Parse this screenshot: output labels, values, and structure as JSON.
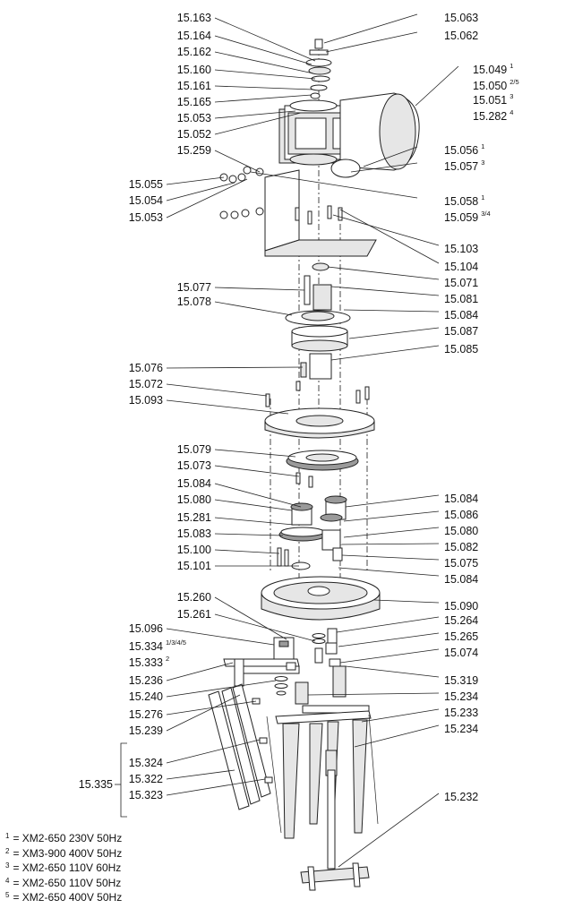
{
  "labels_right": [
    {
      "id": "15.063"
    },
    {
      "id": "15.062"
    },
    {
      "id": "15.049",
      "sup": "1"
    },
    {
      "id": "15.050",
      "sup": "2/5"
    },
    {
      "id": "15.051",
      "sup": "3"
    },
    {
      "id": "15.282",
      "sup": "4"
    },
    {
      "id": "15.056",
      "sup": "1"
    },
    {
      "id": "15.057",
      "sup": "3"
    },
    {
      "id": "15.058",
      "sup": "1"
    },
    {
      "id": "15.059",
      "sup": "3/4"
    },
    {
      "id": "15.103"
    },
    {
      "id": "15.104"
    },
    {
      "id": "15.071"
    },
    {
      "id": "15.081"
    },
    {
      "id": "15.084"
    },
    {
      "id": "15.087"
    },
    {
      "id": "15.085"
    },
    {
      "id": "15.084"
    },
    {
      "id": "15.086"
    },
    {
      "id": "15.080"
    },
    {
      "id": "15.082"
    },
    {
      "id": "15.075"
    },
    {
      "id": "15.084"
    },
    {
      "id": "15.090"
    },
    {
      "id": "15.264"
    },
    {
      "id": "15.265"
    },
    {
      "id": "15.074"
    },
    {
      "id": "15.319"
    },
    {
      "id": "15.234"
    },
    {
      "id": "15.233"
    },
    {
      "id": "15.234"
    },
    {
      "id": "15.232"
    }
  ],
  "labels_left": [
    {
      "id": "15.163"
    },
    {
      "id": "15.164"
    },
    {
      "id": "15.162"
    },
    {
      "id": "15.160"
    },
    {
      "id": "15.161"
    },
    {
      "id": "15.165"
    },
    {
      "id": "15.053"
    },
    {
      "id": "15.052"
    },
    {
      "id": "15.259"
    },
    {
      "id": "15.055"
    },
    {
      "id": "15.054"
    },
    {
      "id": "15.053"
    },
    {
      "id": "15.077"
    },
    {
      "id": "15.078"
    },
    {
      "id": "15.076"
    },
    {
      "id": "15.072"
    },
    {
      "id": "15.093"
    },
    {
      "id": "15.079"
    },
    {
      "id": "15.073"
    },
    {
      "id": "15.084"
    },
    {
      "id": "15.080"
    },
    {
      "id": "15.281"
    },
    {
      "id": "15.083"
    },
    {
      "id": "15.100"
    },
    {
      "id": "15.101"
    },
    {
      "id": "15.260"
    },
    {
      "id": "15.261"
    },
    {
      "id": "15.096"
    },
    {
      "id": "15.334",
      "sup": "1/3/4/5"
    },
    {
      "id": "15.333",
      "sup": "2"
    },
    {
      "id": "15.236"
    },
    {
      "id": "15.240"
    },
    {
      "id": "15.276"
    },
    {
      "id": "15.239"
    },
    {
      "id": "15.324"
    },
    {
      "id": "15.322"
    },
    {
      "id": "15.323"
    }
  ],
  "group_label": "15.335",
  "legend": [
    {
      "num": "1",
      "text": "= XM2-650 230V 50Hz"
    },
    {
      "num": "2",
      "text": "= XM3-900 400V 50Hz"
    },
    {
      "num": "3",
      "text": "= XM2-650 110V 60Hz"
    },
    {
      "num": "4",
      "text": "= XM2-650 110V 50Hz"
    },
    {
      "num": "5",
      "text": "= XM2-650 400V 50Hz"
    }
  ]
}
